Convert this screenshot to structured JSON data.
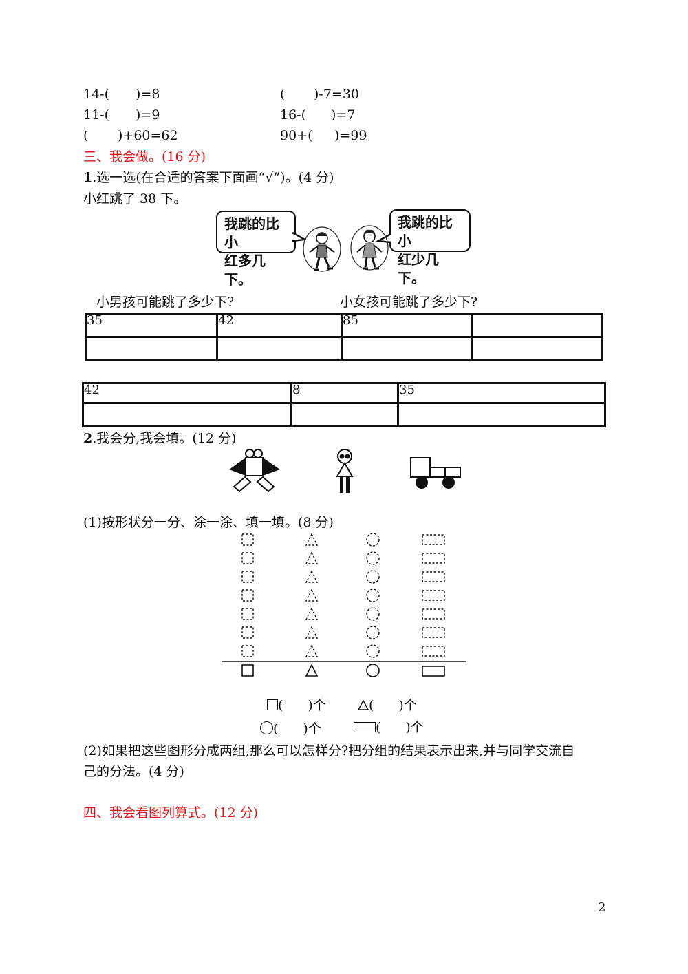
{
  "equations": [
    {
      "left": "14-(",
      "right": ")=8"
    },
    {
      "left": "(",
      "right": ")-7=30"
    },
    {
      "left": "11-(",
      "right": ")=9"
    },
    {
      "left": "16-(",
      "right": ")=7"
    },
    {
      "left": "(",
      "right": ")+60=62"
    },
    {
      "left": "90+(",
      "right": ")=99"
    }
  ],
  "section3": {
    "title": "三、我会做。(16 分)",
    "q1_num": "1",
    "q1_text": ".选一选(在合适的答案下面画“√”)。(4 分)",
    "q1_given": "小红跳了 38 下。",
    "bubble_boy": [
      "我跳的比小",
      "红多几下。"
    ],
    "bubble_girl": [
      "我跳的比小",
      "红少几下。"
    ],
    "boy_question": "小男孩可能跳了多少下?",
    "girl_question": "小女孩可能跳了多少下?",
    "table1": [
      "35",
      "42",
      "85",
      ""
    ],
    "table2": [
      "42",
      "8",
      "35"
    ],
    "q2_num": "2",
    "q2_text": ".我会分,我会填。(12 分)",
    "q2_part1": "(1)按形状分一分、涂一涂、填一填。(8 分)",
    "count_row1": [
      {
        "shape": "square",
        "open": "(",
        "close": ")个"
      },
      {
        "shape": "triangle",
        "open": "(",
        "close": ")个"
      }
    ],
    "count_row2": [
      {
        "shape": "circle",
        "open": "(",
        "close": ")个"
      },
      {
        "shape": "rectangle",
        "open": "(",
        "close": ")个"
      }
    ],
    "q2_part2_line1": "(2)如果把这些图形分成两组,那么可以怎样分?把分组的结果表示出来,并与同学交流自",
    "q2_part2_line2": "己的分法。(4 分)"
  },
  "section4": {
    "title": "四、我会看图列算式。(12 分)"
  },
  "page_number": "2",
  "colors": {
    "section_title": "#e0161a",
    "text": "#111111"
  }
}
